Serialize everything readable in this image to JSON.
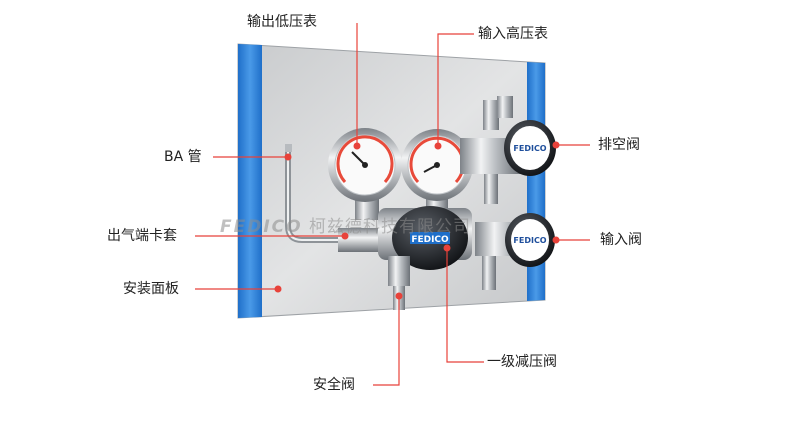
{
  "colors": {
    "callout": "#e8423a",
    "panel_border": "#2f7fd6",
    "panel_face": "#d4d6d8"
  },
  "labels": {
    "low_gauge": "输出低压表",
    "high_gauge": "输入高压表",
    "ba_tube": "BA 管",
    "vent_valve": "排空阀",
    "outlet_fitting": "出气端卡套",
    "inlet_valve": "输入阀",
    "mount_panel": "安装面板",
    "regulator": "一级减压阀",
    "safety_valve": "安全阀"
  },
  "gauge_brand": "FEDICO",
  "valve_brand": "FEDICO",
  "watermark": {
    "brand": "FEDICO",
    "company": "柯兹德科技有限公司"
  },
  "icons": {
    "gauge": "pressure-gauge-icon",
    "valve_knob": "valve-knob-icon",
    "callout_dot": "callout-dot-icon"
  }
}
